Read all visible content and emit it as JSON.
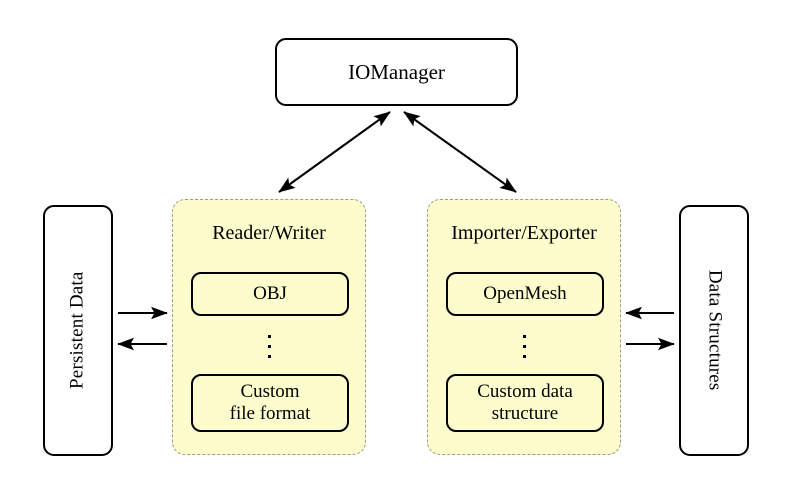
{
  "diagram": {
    "title_node": {
      "label": "IOManager"
    },
    "left_side": {
      "label": "Persistent Data"
    },
    "right_side": {
      "label": "Data Structures"
    },
    "groups": [
      {
        "id": "reader-writer",
        "title": "Reader/Writer",
        "items": [
          {
            "label": "OBJ"
          },
          {
            "label": "⋮"
          },
          {
            "line1": "Custom",
            "line2": "file format"
          }
        ]
      },
      {
        "id": "importer-exporter",
        "title": "Importer/Exporter",
        "items": [
          {
            "label": "OpenMesh"
          },
          {
            "label": "⋮"
          },
          {
            "line1": "Custom data",
            "line2": "structure"
          }
        ]
      }
    ],
    "connections": [
      {
        "name": "iomanager-to-reader-writer",
        "kind": "double-headed"
      },
      {
        "name": "iomanager-to-importer-exporter",
        "kind": "double-headed"
      },
      {
        "name": "persistent-data-to-reader-writer",
        "kind": "single-right"
      },
      {
        "name": "reader-writer-to-persistent-data",
        "kind": "single-left"
      },
      {
        "name": "data-structures-to-importer-exporter",
        "kind": "single-left"
      },
      {
        "name": "importer-exporter-to-data-structures",
        "kind": "single-right"
      }
    ],
    "colors": {
      "group_fill": "#FCFCCD",
      "group_border": "#9A9A8E",
      "node_border": "#000000",
      "background": "#FFFFFF"
    }
  }
}
